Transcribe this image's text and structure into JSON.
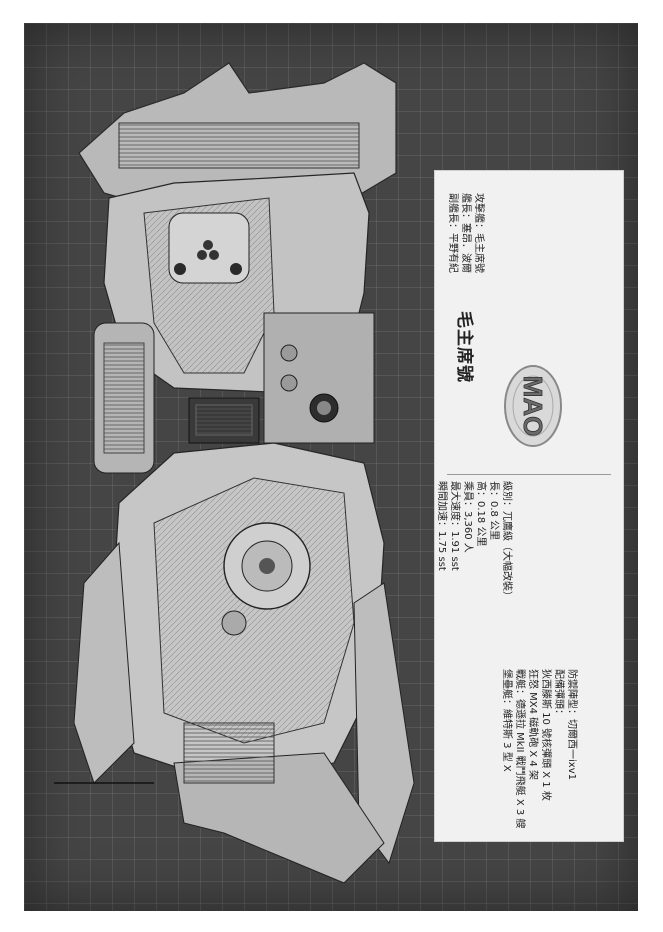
{
  "ship_name": "毛主席號",
  "logo_text": "MAO",
  "crew": [
    "攻擊艦：毛主席號",
    "艦長：塞昂．波爾",
    "副艦長：平野有紀"
  ],
  "specs_basic": [
    "級別：兀鷹級（大幅改裝）",
    "長：0.8 公里",
    "高：0.18 公里",
    "乘員：3,360 人",
    "最大速度：1.91 sst",
    "瞬間加速：1.75 sst"
  ],
  "specs_arms": [
    "防禦陣型：切爾西一ixv1",
    "配備彈頭：",
    "狄西滕斯 10 號核彈頭 X 1 枚",
    "狂怒 MX4 磁軌砲 X 4 架",
    "戰艇：德遜拉 MkII 戰鬥飛艇 X 3 艘",
    "堡壘艇：維特斯 3 型 X"
  ],
  "colors": {
    "background_grid": "#454545",
    "ship_hull": "#bdbdbd",
    "panel": "#f1f1f1"
  }
}
